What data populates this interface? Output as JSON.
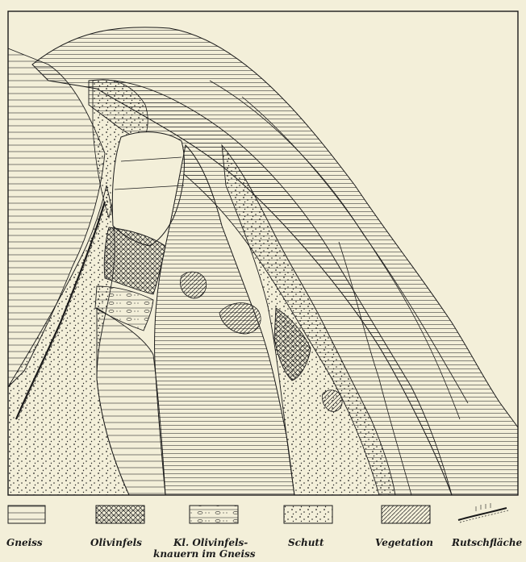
{
  "legend": {
    "items": [
      {
        "key": "gneiss",
        "label": "Gneiss"
      },
      {
        "key": "olivinfels",
        "label": "Olivinfels"
      },
      {
        "key": "knauern",
        "label": "Kl. Olivinfels-",
        "label_line2": "knauern im Gneiss"
      },
      {
        "key": "schutt",
        "label": "Schutt"
      },
      {
        "key": "vegetation",
        "label": "Vegetation"
      },
      {
        "key": "rutschflaeche",
        "label": "Rutschfläche"
      }
    ]
  },
  "colors": {
    "paper": "#f3efd9",
    "ink": "#1b1b1b"
  }
}
